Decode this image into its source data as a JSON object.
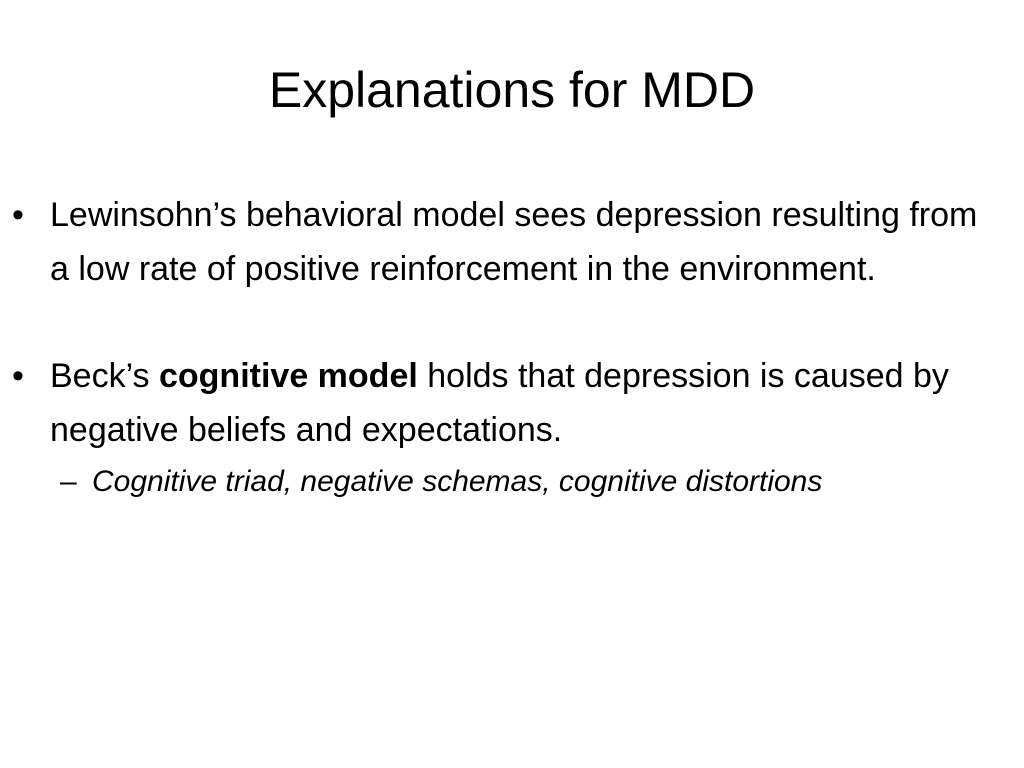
{
  "slide": {
    "title": "Explanations for MDD",
    "bullets": [
      {
        "marker": "•",
        "text": "Lewinsohn’s behavioral model sees depression resulting from   a low rate of positive reinforcement in the environment."
      },
      {
        "marker": "•",
        "text_before": "Beck’s ",
        "text_bold": "cognitive model",
        "text_after": " holds that depression is caused by negative beliefs and expectations.",
        "sub_bullets": [
          {
            "marker": "–",
            "text": "Cognitive triad, negative schemas, cognitive distortions"
          }
        ]
      }
    ]
  }
}
